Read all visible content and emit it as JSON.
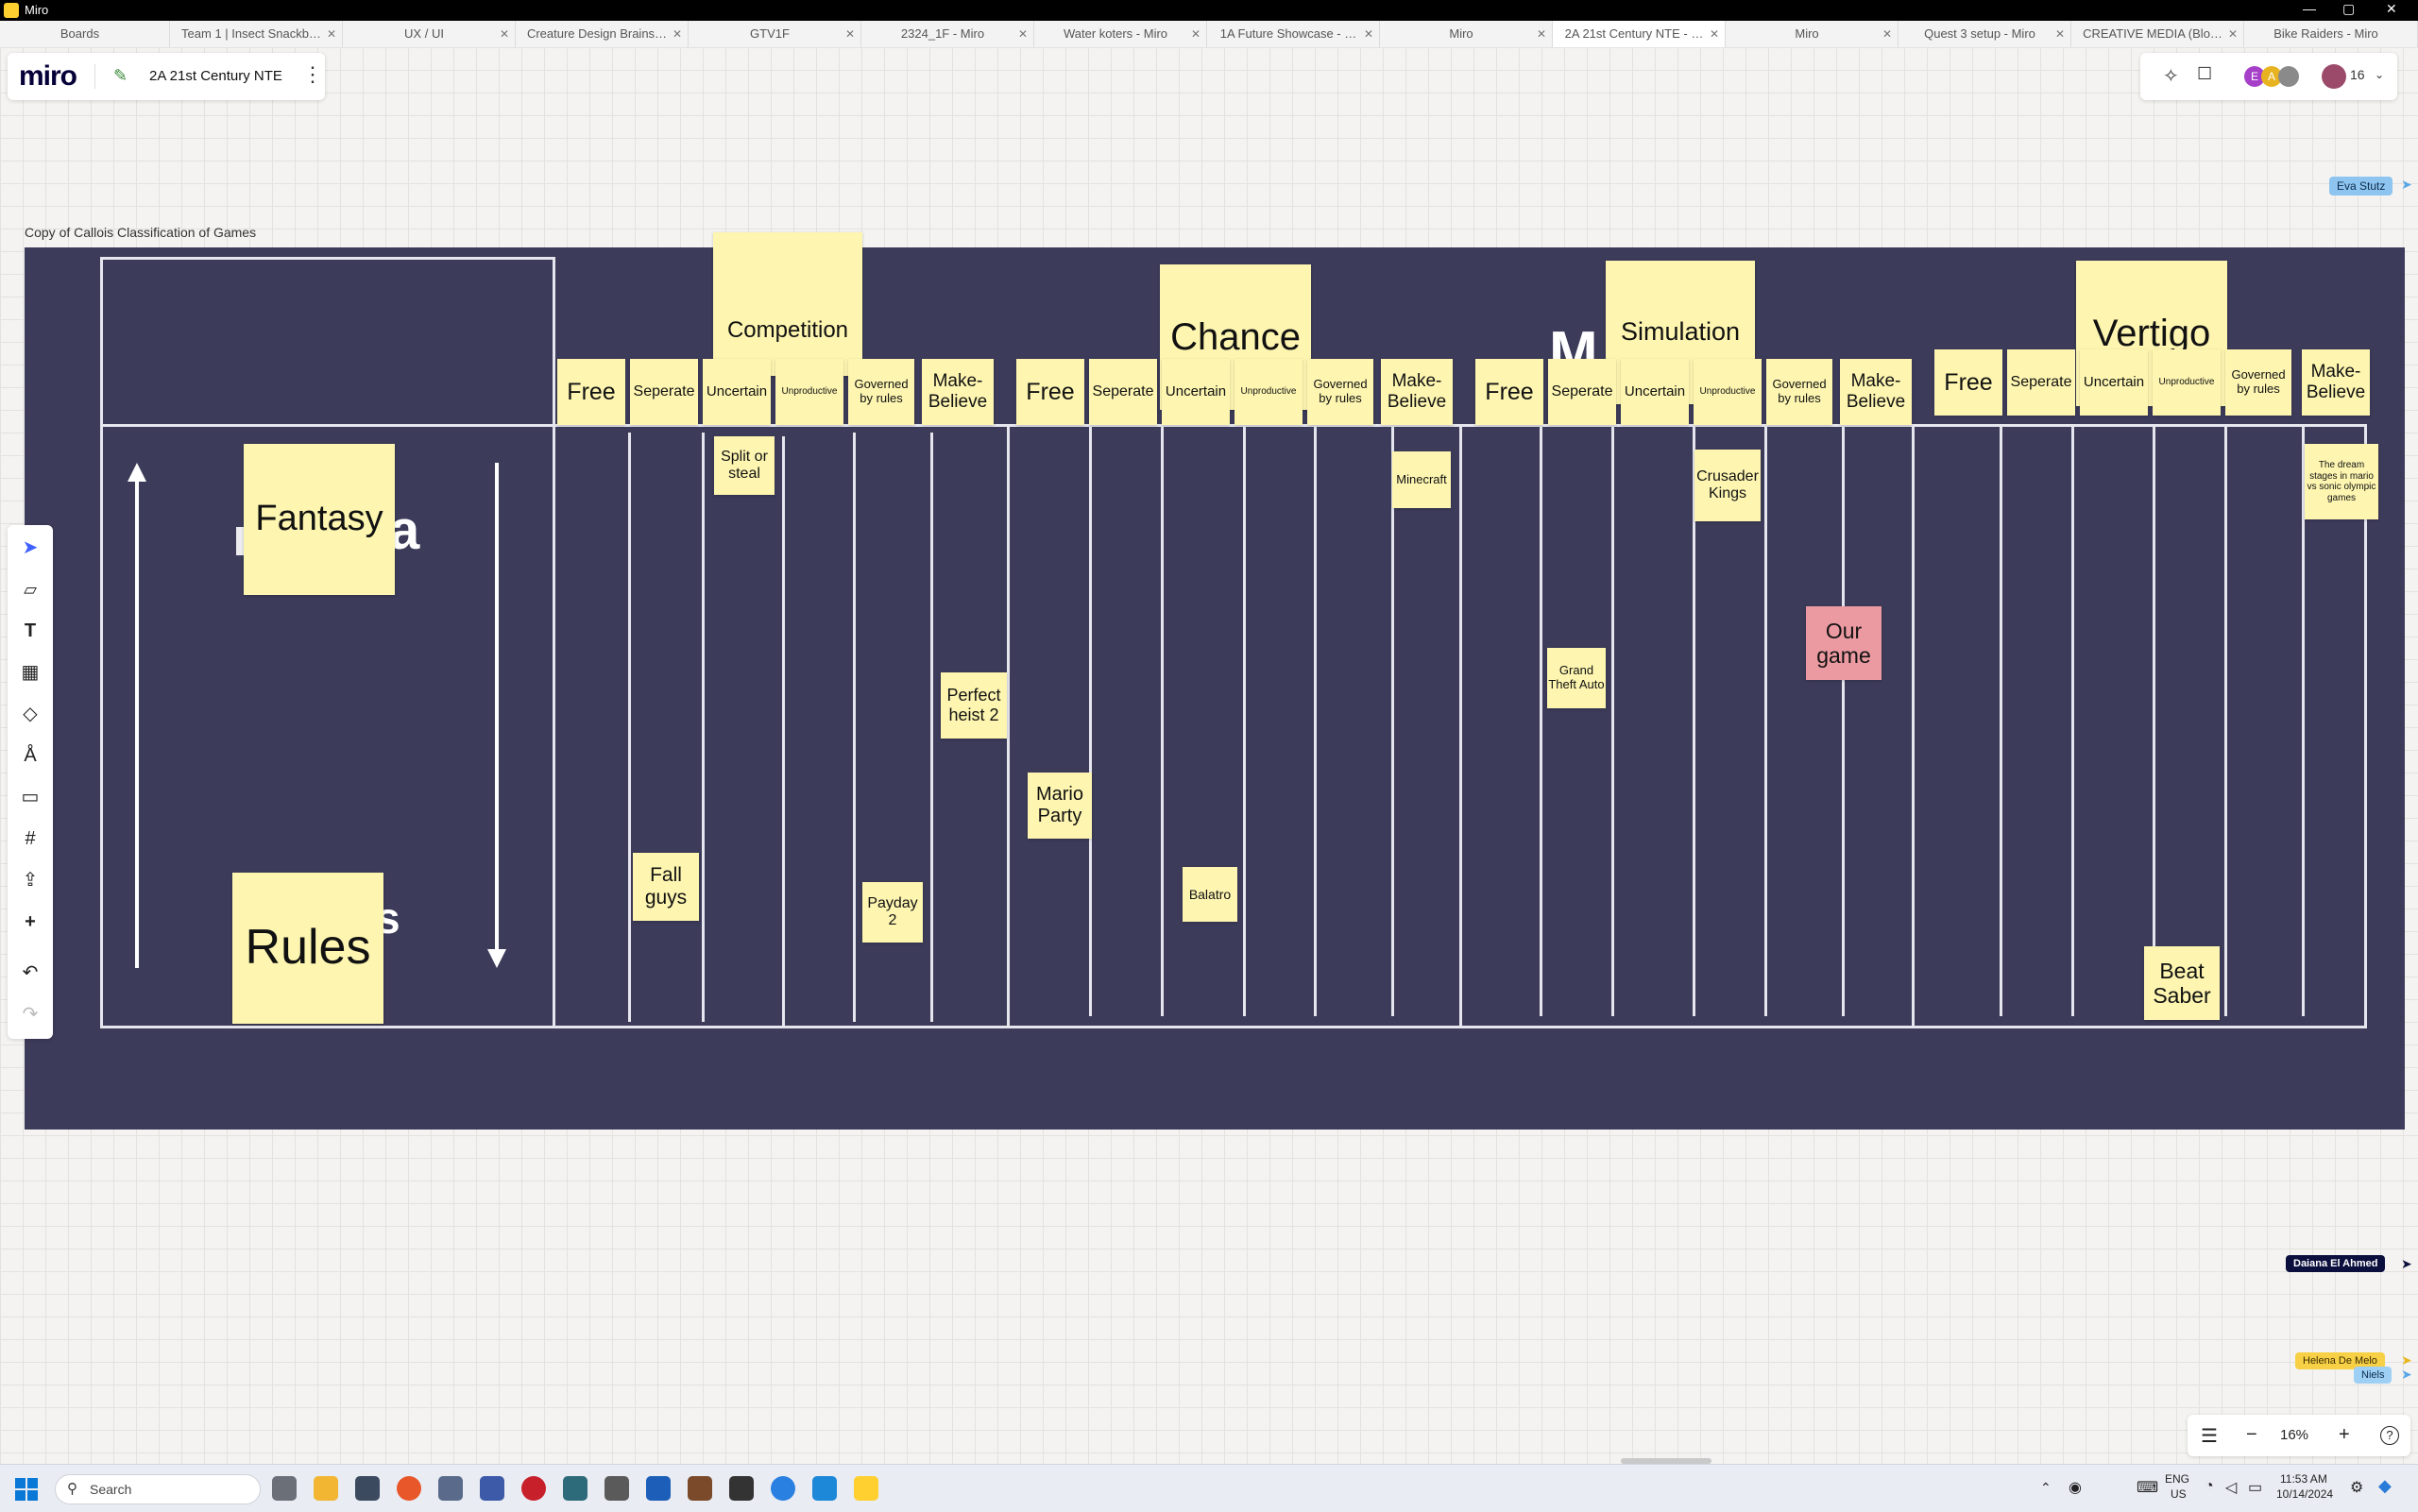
{
  "window": {
    "title": "Miro",
    "minimize": "—",
    "maximize": "▢",
    "close": "✕"
  },
  "tabs": [
    "Boards",
    "Team 1 | Insect Snackb…",
    "UX / UI",
    "Creature Design Brains…",
    "GTV1F",
    "2324_1F - Miro",
    "Water koters - Miro",
    "1A Future Showcase - …",
    "Miro",
    "2A 21st Century NTE - …",
    "Miro",
    "Quest 3 setup - Miro",
    "CREATIVE MEDIA (Blo…",
    "Bike Raiders - Miro"
  ],
  "active_tab_index": 9,
  "board": {
    "logo": "miro",
    "name": "2A 21st Century NTE",
    "menu": "⋮"
  },
  "collaborators": {
    "avatars": [
      "E",
      "A"
    ],
    "count": "16"
  },
  "cursors": [
    {
      "name": "Eva Stutz",
      "color": "#8ec5f0",
      "text_color": "#0b2a4a"
    },
    {
      "name": "Daiana El Ahmed",
      "color": "#0b0f3d",
      "text_color": "#ffffff"
    },
    {
      "name": "Helena De Melo",
      "color": "#f7d046",
      "text_color": "#3a2c00"
    },
    {
      "name": "Niels",
      "color": "#9ed0f5",
      "text_color": "#0b2a4a"
    }
  ],
  "frame": {
    "label": "Copy of Callois Classification of Games",
    "categories": [
      "Competition",
      "Chance",
      "Simulation",
      "Vertigo"
    ],
    "hidden_category_fragment": "M ry",
    "subheaders": [
      {
        "label": "Free",
        "size": "big"
      },
      {
        "label": "Seperate",
        "size": "mid"
      },
      {
        "label": "Uncertain",
        "size": "mid"
      },
      {
        "label": "Unproductive",
        "size": "tiny"
      },
      {
        "label": "Governed by rules",
        "size": "small"
      },
      {
        "label": "Make-Believe",
        "size": "big"
      },
      {
        "label": "Free",
        "size": "big"
      },
      {
        "label": "Seperate",
        "size": "mid"
      },
      {
        "label": "Uncertain",
        "size": "mid"
      },
      {
        "label": "Unproductive",
        "size": "tiny"
      },
      {
        "label": "Governed by rules",
        "size": "small"
      },
      {
        "label": "Make-Believe",
        "size": "big"
      },
      {
        "label": "Free",
        "size": "big"
      },
      {
        "label": "Seperate",
        "size": "mid"
      },
      {
        "label": "Uncertain",
        "size": "mid"
      },
      {
        "label": "Unproductive",
        "size": "tiny"
      },
      {
        "label": "Governed by rules",
        "size": "small"
      },
      {
        "label": "Make-Believe",
        "size": "big"
      },
      {
        "label": "Free",
        "size": "big"
      },
      {
        "label": "Seperate",
        "size": "mid"
      },
      {
        "label": "Uncertain",
        "size": "mid"
      },
      {
        "label": "Unproductive",
        "size": "tiny"
      },
      {
        "label": "Governed by rules",
        "size": "small"
      },
      {
        "label": "Make-Believe",
        "size": "big"
      }
    ],
    "axis": {
      "top": "Fantasy",
      "bottom": "Rules",
      "top_fragment": "a",
      "bottom_fragment": "s"
    },
    "games": [
      "Split or steal",
      "Fall guys",
      "Payday 2",
      "Perfect heist 2",
      "Mario Party",
      "Balatro",
      "Minecraft",
      "Grand Theft Auto",
      "Crusader Kings",
      "Our game",
      "Beat Saber",
      "The dream stages in mario vs sonic olympic games"
    ]
  },
  "toolbar_tools": [
    "select-tool",
    "sticky-note-tool",
    "text-tool",
    "table-tool",
    "shapes-tool",
    "pen-tool",
    "comment-tool",
    "frame-tool",
    "upload-tool",
    "more-tools"
  ],
  "zoom": {
    "level": "16%",
    "minus": "−",
    "plus": "+",
    "help": "?",
    "list": "☰"
  },
  "taskbar": {
    "search_placeholder": "Search",
    "lang": "ENG",
    "region": "US",
    "time": "11:53 AM",
    "date": "10/14/2024"
  }
}
